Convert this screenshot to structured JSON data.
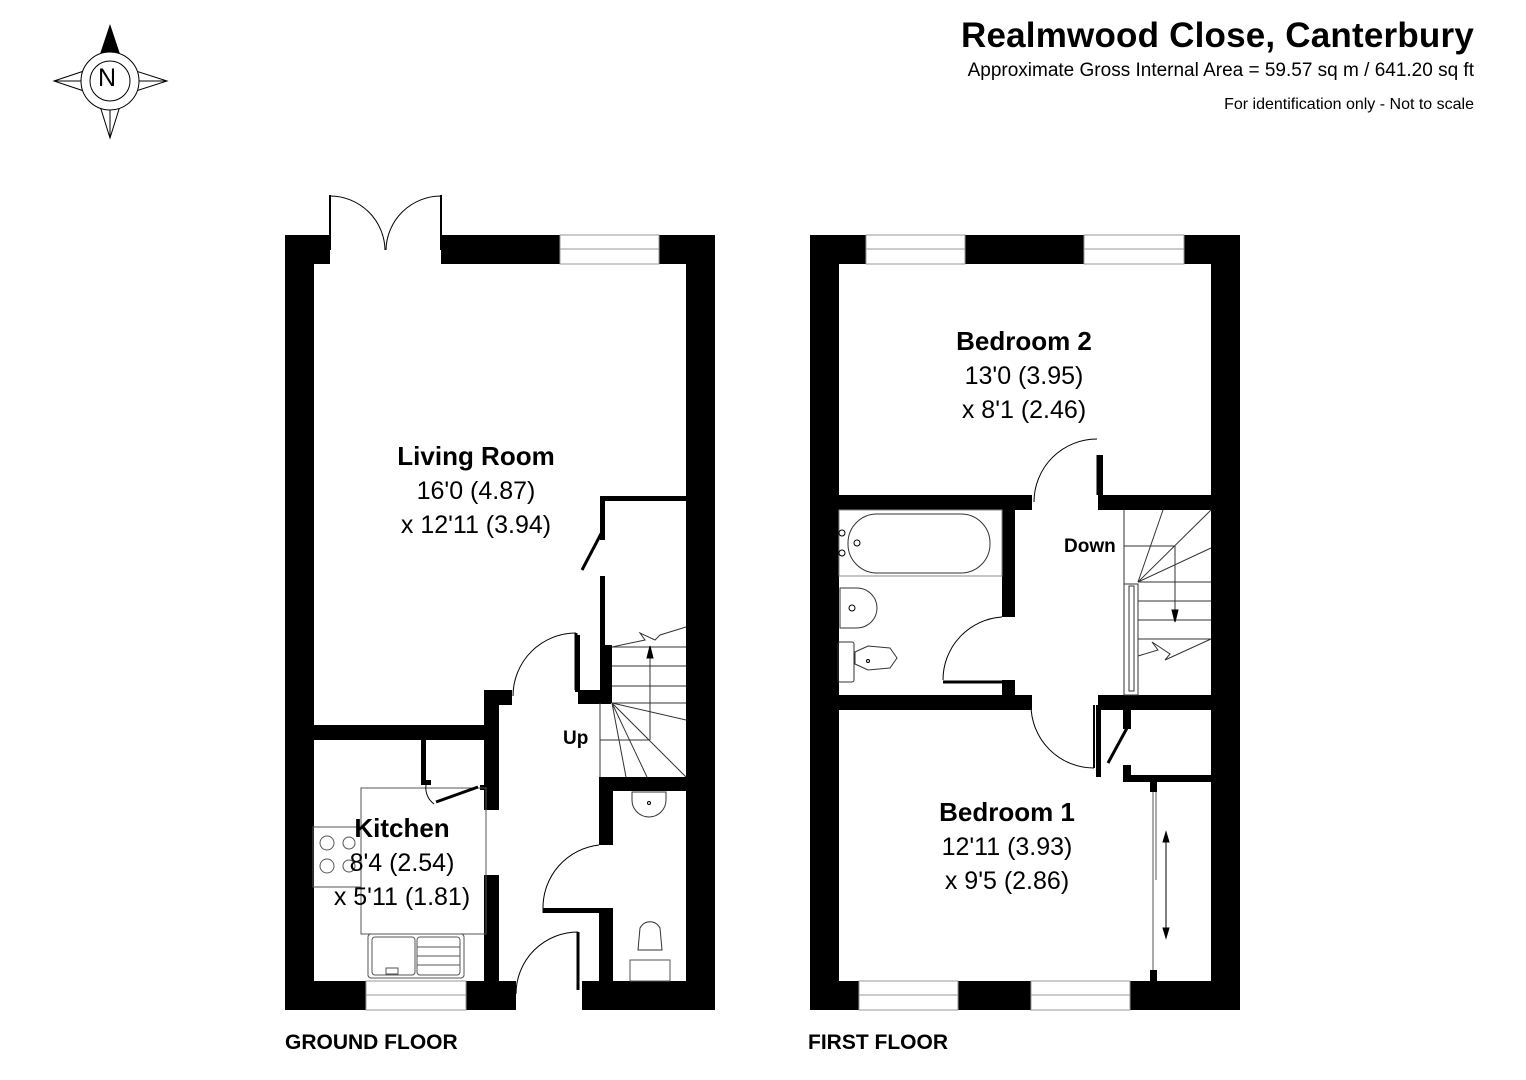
{
  "header": {
    "title": "Realmwood Close, Canterbury",
    "area": "Approximate Gross Internal Area = 59.57 sq m / 641.20 sq ft",
    "disclaimer": "For identification only - Not to scale"
  },
  "compass": {
    "label": "N",
    "icon": "north-arrow-compass-icon"
  },
  "floors": [
    {
      "label": "GROUND FLOOR",
      "rooms": [
        {
          "name": "Living Room",
          "dim1": "16'0 (4.87)",
          "dim2": "x 12'11 (3.94)"
        },
        {
          "name": "Kitchen",
          "dim1": "8'4 (2.54)",
          "dim2": "x 5'11 (1.81)"
        }
      ],
      "stairs": "Up"
    },
    {
      "label": "FIRST FLOOR",
      "rooms": [
        {
          "name": "Bedroom 2",
          "dim1": "13'0 (3.95)",
          "dim2": "x 8'1 (2.46)"
        },
        {
          "name": "Bedroom 1",
          "dim1": "12'11 (3.93)",
          "dim2": "x 9'5 (2.86)"
        }
      ],
      "stairs": "Down"
    }
  ],
  "colors": {
    "wall": "#000000",
    "background": "#ffffff",
    "fixture_line": "#333333"
  }
}
